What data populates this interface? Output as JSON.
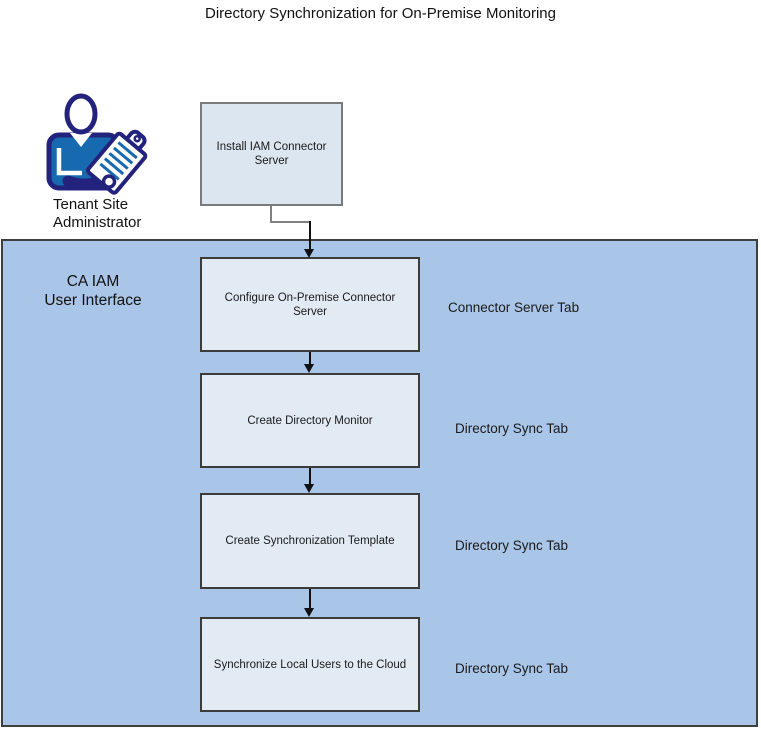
{
  "diagram": {
    "title": "Directory Synchronization for On-Premise Monitoring",
    "actor": {
      "icon": "person-with-clipboard-icon",
      "label_line1": "Tenant Site",
      "label_line2": "Administrator"
    },
    "container": {
      "label_line1": "CA IAM",
      "label_line2": "User Interface"
    },
    "steps": [
      {
        "label": "Install IAM Connector Server",
        "tab": "",
        "location": "outside-container"
      },
      {
        "label": "Configure On-Premise Connector Server",
        "tab": "Connector Server Tab",
        "location": "inside-container"
      },
      {
        "label": "Create Directory Monitor",
        "tab": "Directory Sync Tab",
        "location": "inside-container"
      },
      {
        "label": "Create Synchronization Template",
        "tab": "Directory Sync Tab",
        "location": "inside-container"
      },
      {
        "label": "Synchronize Local Users to the Cloud",
        "tab": "Directory Sync Tab",
        "location": "inside-container"
      }
    ],
    "colors": {
      "container_fill": "#a9c5e8",
      "container_border": "#3f3f3f",
      "box_fill": "#e2eaf4",
      "box_fill_outside": "#dce6f1",
      "box_border": "#3b3b3b",
      "box_border_outside": "#7a7a7a",
      "connector_gray": "#808080",
      "arrow_black": "#111111",
      "icon_navy": "#23237d",
      "icon_blue": "#1769b0"
    }
  }
}
